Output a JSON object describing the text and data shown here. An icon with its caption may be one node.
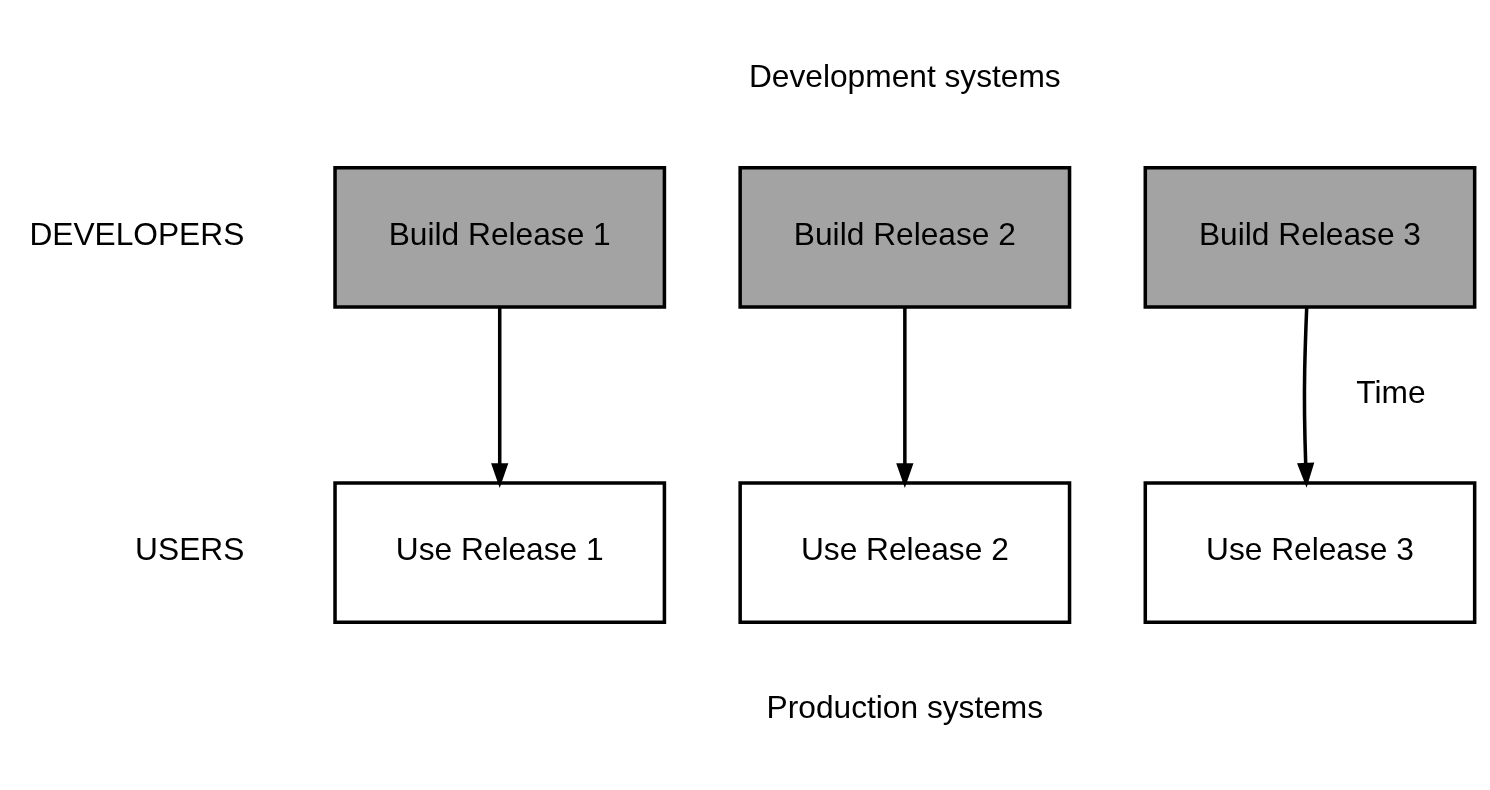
{
  "diagram": {
    "nodes": [
      {
        "text": [
          "Build Release 1"
        ]
      },
      {
        "text": [
          "Build Release 2"
        ]
      },
      {
        "text": [
          "Build Release 3"
        ]
      },
      {
        "text": [
          "Use Release 1"
        ]
      },
      {
        "text": [
          "Use Release 2"
        ]
      },
      {
        "text": [
          "Use Release 3"
        ]
      }
    ],
    "edges": [
      {
        "from": 0,
        "to": 3,
        "arrow": "to"
      },
      {
        "from": 1,
        "to": 4,
        "arrow": "to"
      },
      {
        "from": 2,
        "to": 5,
        "arrow": "to"
      }
    ],
    "labels": [
      "Development systems",
      "DEVELOPERS",
      "Time",
      "USERS",
      "Production systems"
    ]
  }
}
